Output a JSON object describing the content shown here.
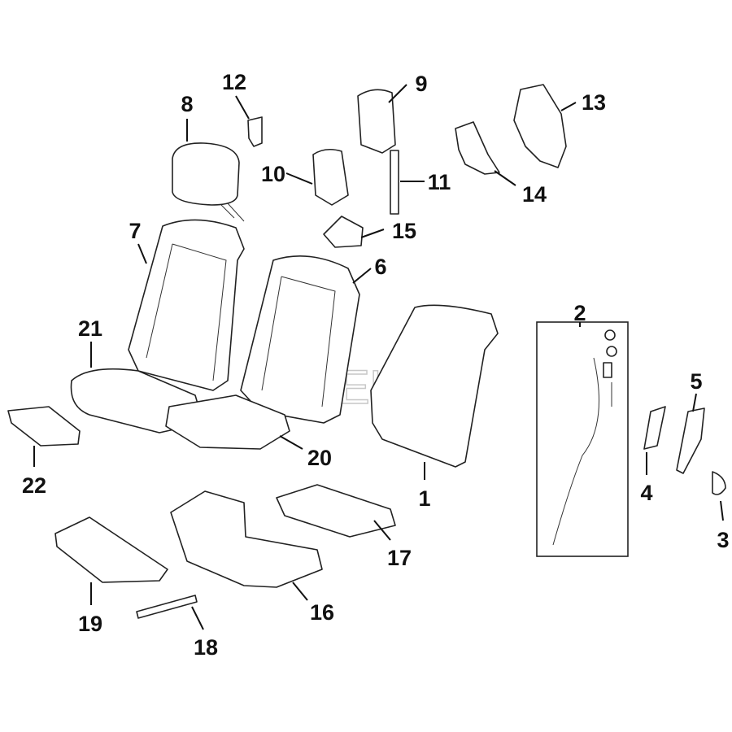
{
  "watermark": "FCPEURO",
  "callouts": [
    {
      "id": "1",
      "label": "1"
    },
    {
      "id": "2",
      "label": "2"
    },
    {
      "id": "3",
      "label": "3"
    },
    {
      "id": "4",
      "label": "4"
    },
    {
      "id": "5",
      "label": "5"
    },
    {
      "id": "6",
      "label": "6"
    },
    {
      "id": "7",
      "label": "7"
    },
    {
      "id": "8",
      "label": "8"
    },
    {
      "id": "9",
      "label": "9"
    },
    {
      "id": "10",
      "label": "10"
    },
    {
      "id": "11",
      "label": "11"
    },
    {
      "id": "12",
      "label": "12"
    },
    {
      "id": "13",
      "label": "13"
    },
    {
      "id": "14",
      "label": "14"
    },
    {
      "id": "15",
      "label": "15"
    },
    {
      "id": "16",
      "label": "16"
    },
    {
      "id": "17",
      "label": "17"
    },
    {
      "id": "18",
      "label": "18"
    },
    {
      "id": "19",
      "label": "19"
    },
    {
      "id": "20",
      "label": "20"
    },
    {
      "id": "21",
      "label": "21"
    },
    {
      "id": "22",
      "label": "22"
    }
  ]
}
